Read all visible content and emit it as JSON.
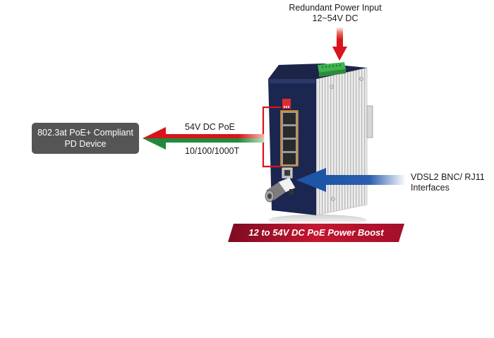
{
  "labels": {
    "redundant_power_line1": "Redundant Power Input",
    "redundant_power_line2": "12~54V DC",
    "pd_device_line1": "802.3at PoE+ Compliant",
    "pd_device_line2": "PD Device",
    "poe_arrow_label": "54V DC PoE",
    "ethernet_arrow_label": "10/100/1000T",
    "vdsl_line1": "VDSL2 BNC/ RJ11",
    "vdsl_line2": "Interfaces",
    "banner": "12 to 54V DC PoE Power Boost"
  },
  "device": {
    "rj45_port_count": 4,
    "has_bnc_connector": true,
    "has_rj11_port": true,
    "has_dip_switch": true,
    "has_terminal_block": true
  },
  "colors": {
    "power_arrow": "#d9141c",
    "poe_arrow_red": "#d9141c",
    "data_arrow_green": "#1f8a3c",
    "vdsl_arrow_blue": "#1f55a6",
    "pd_box_bg": "#555555",
    "banner_bg": "#b01230",
    "device_front": "#1b2750",
    "port_highlight": "#e08a1e",
    "bracket": "#d9141c"
  }
}
